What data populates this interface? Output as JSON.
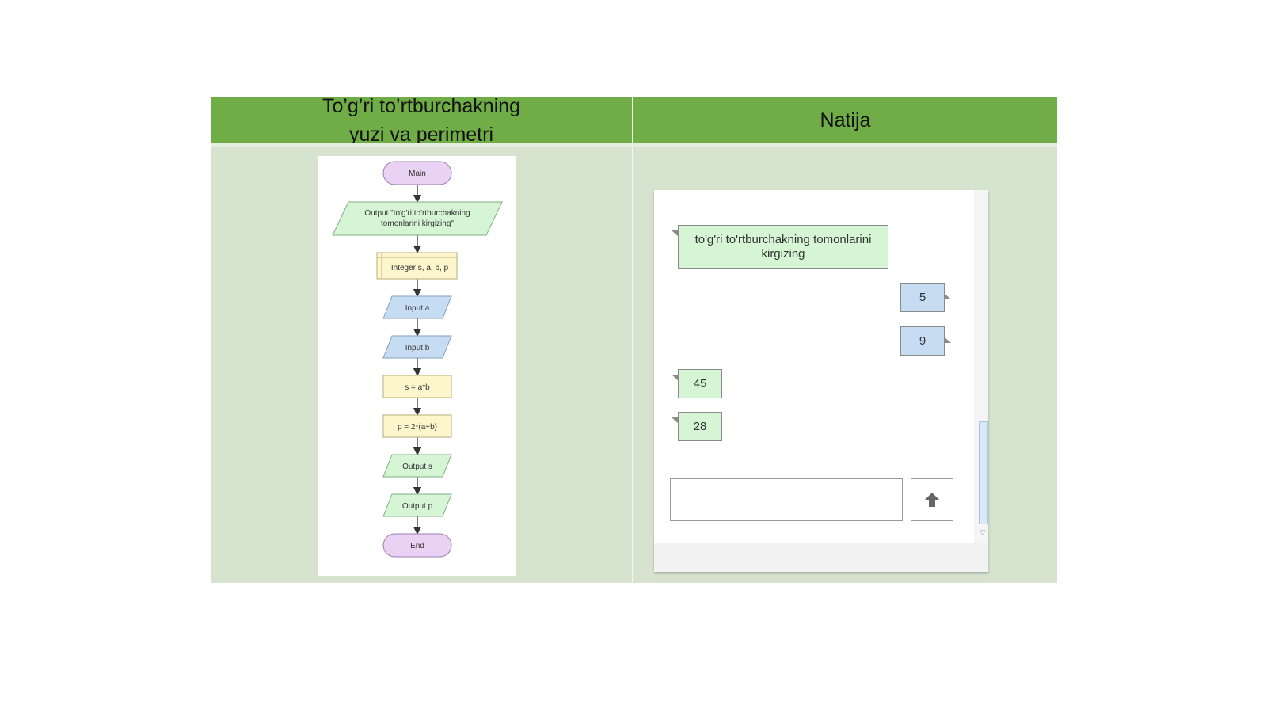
{
  "table": {
    "left_header_line1": "To’g’ri to’rtburchakning",
    "left_header_line2": "yuzi va perimetri",
    "right_header": "Natija"
  },
  "flowchart": {
    "start": "Main",
    "output_prompt_line1": "Output \"to'g'ri to'rtburchakning",
    "output_prompt_line2": "tomonlarini kirgizing\"",
    "declare": "Integer s, a, b, p",
    "input_a": "Input a",
    "input_b": "Input b",
    "assign_s": "s = a*b",
    "assign_p": "p = 2*(a+b)",
    "output_s": "Output s",
    "output_p": "Output p",
    "end": "End"
  },
  "chat": {
    "prompt_line1": "to'g'ri to'rtburchakning tomonlarini",
    "prompt_line2": "kirgizing",
    "input_1": "5",
    "input_2": "9",
    "output_1": "45",
    "output_2": "28",
    "input_value": "",
    "send_icon": "arrow-up-icon"
  },
  "colors": {
    "header_green": "#70ad47",
    "table_body": "#d5e3cf",
    "output_green": "#d5f5d5",
    "input_blue": "#c6dcf3",
    "terminal_purple": "#ead2f4",
    "process_yellow": "#fdf6cc"
  }
}
